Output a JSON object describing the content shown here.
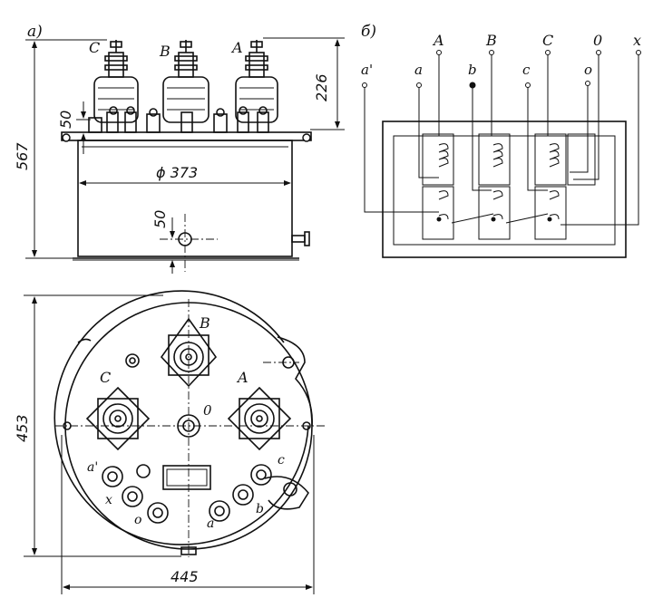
{
  "panel_a": {
    "label": "а)",
    "phase_labels": [
      "C",
      "B",
      "A"
    ],
    "dim_height_total": "567",
    "dim_bushing_height": "226",
    "dim_flange_50": "50",
    "dim_diameter": "ϕ 373",
    "dim_drain_50": "50"
  },
  "panel_b": {
    "label": "б)",
    "hv_terminals": [
      "A",
      "B",
      "C",
      "0",
      "x"
    ],
    "lv_terminals": [
      "a'",
      "a",
      "b",
      "c",
      "o"
    ]
  },
  "plan": {
    "bushing_labels": [
      "B",
      "C",
      "A",
      "0"
    ],
    "lv_labels": [
      "a'",
      "x",
      "o",
      "a",
      "b",
      "c"
    ],
    "dim_height": "453",
    "dim_width": "445"
  }
}
